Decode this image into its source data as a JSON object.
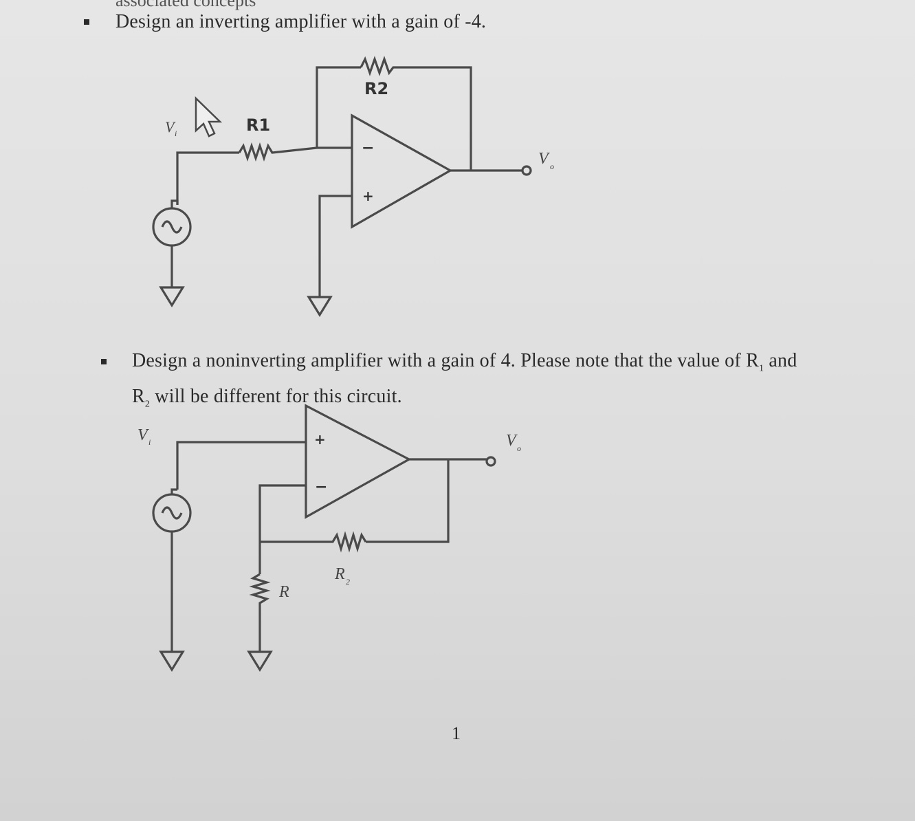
{
  "header_partial_text": "associated concepts",
  "task1": {
    "text": "Design an inverting amplifier with a gain of -4.",
    "circuit": {
      "input_label": "V",
      "input_sub": "i",
      "output_label": "V",
      "output_sub": "o",
      "r1_label": "R1",
      "r2_label": "R2",
      "inverting_sign": "−",
      "noninverting_sign": "+"
    }
  },
  "task2": {
    "line1": "Design a noninverting amplifier with a gain of 4. Please note that the value of R",
    "line1_sub": "1",
    "line1_end": " and",
    "line2_start": "R",
    "line2_sub": "2",
    "line2_end": " will be different for this circuit.",
    "circuit": {
      "input_label": "V",
      "input_sub": "i",
      "output_label": "V",
      "output_sub": "o",
      "r1_label": "R",
      "r2_label": "R",
      "r2_sub": "2",
      "inverting_sign": "−",
      "noninverting_sign": "+"
    }
  },
  "page_number": "1"
}
